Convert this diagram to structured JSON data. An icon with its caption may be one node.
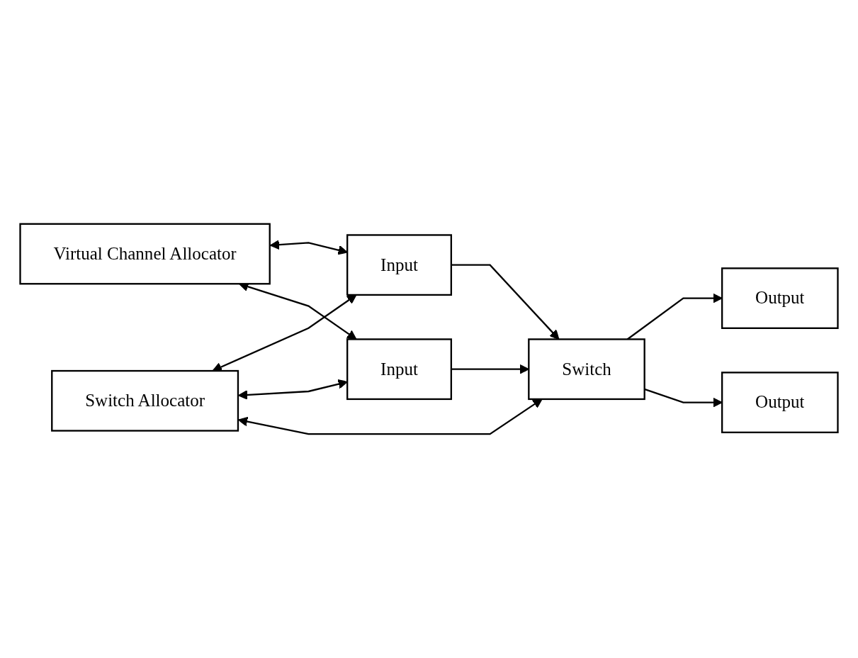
{
  "diagram": {
    "nodes": [
      {
        "text": [
          "Virtual Channel Allocator"
        ]
      },
      {
        "text": [
          "Switch Allocator"
        ]
      },
      {
        "text": [
          "Input"
        ]
      },
      {
        "text": [
          "Switch"
        ]
      },
      {
        "text": [
          "Output"
        ]
      },
      {
        "text": [
          "Input"
        ]
      },
      {
        "text": [
          "Output"
        ]
      }
    ],
    "edges": [
      {
        "from": 0,
        "to": 2,
        "arrow": "both"
      },
      {
        "from": 0,
        "to": 5,
        "arrow": "both"
      },
      {
        "from": 1,
        "to": 2,
        "arrow": "both"
      },
      {
        "from": 1,
        "to": 5,
        "arrow": "both"
      },
      {
        "from": 1,
        "to": 3,
        "arrow": "both"
      },
      {
        "from": 2,
        "to": 3,
        "arrow": "to"
      },
      {
        "from": 5,
        "to": 3,
        "arrow": "to"
      },
      {
        "from": 3,
        "to": 4,
        "arrow": "to"
      },
      {
        "from": 3,
        "to": 6,
        "arrow": "to"
      }
    ]
  }
}
